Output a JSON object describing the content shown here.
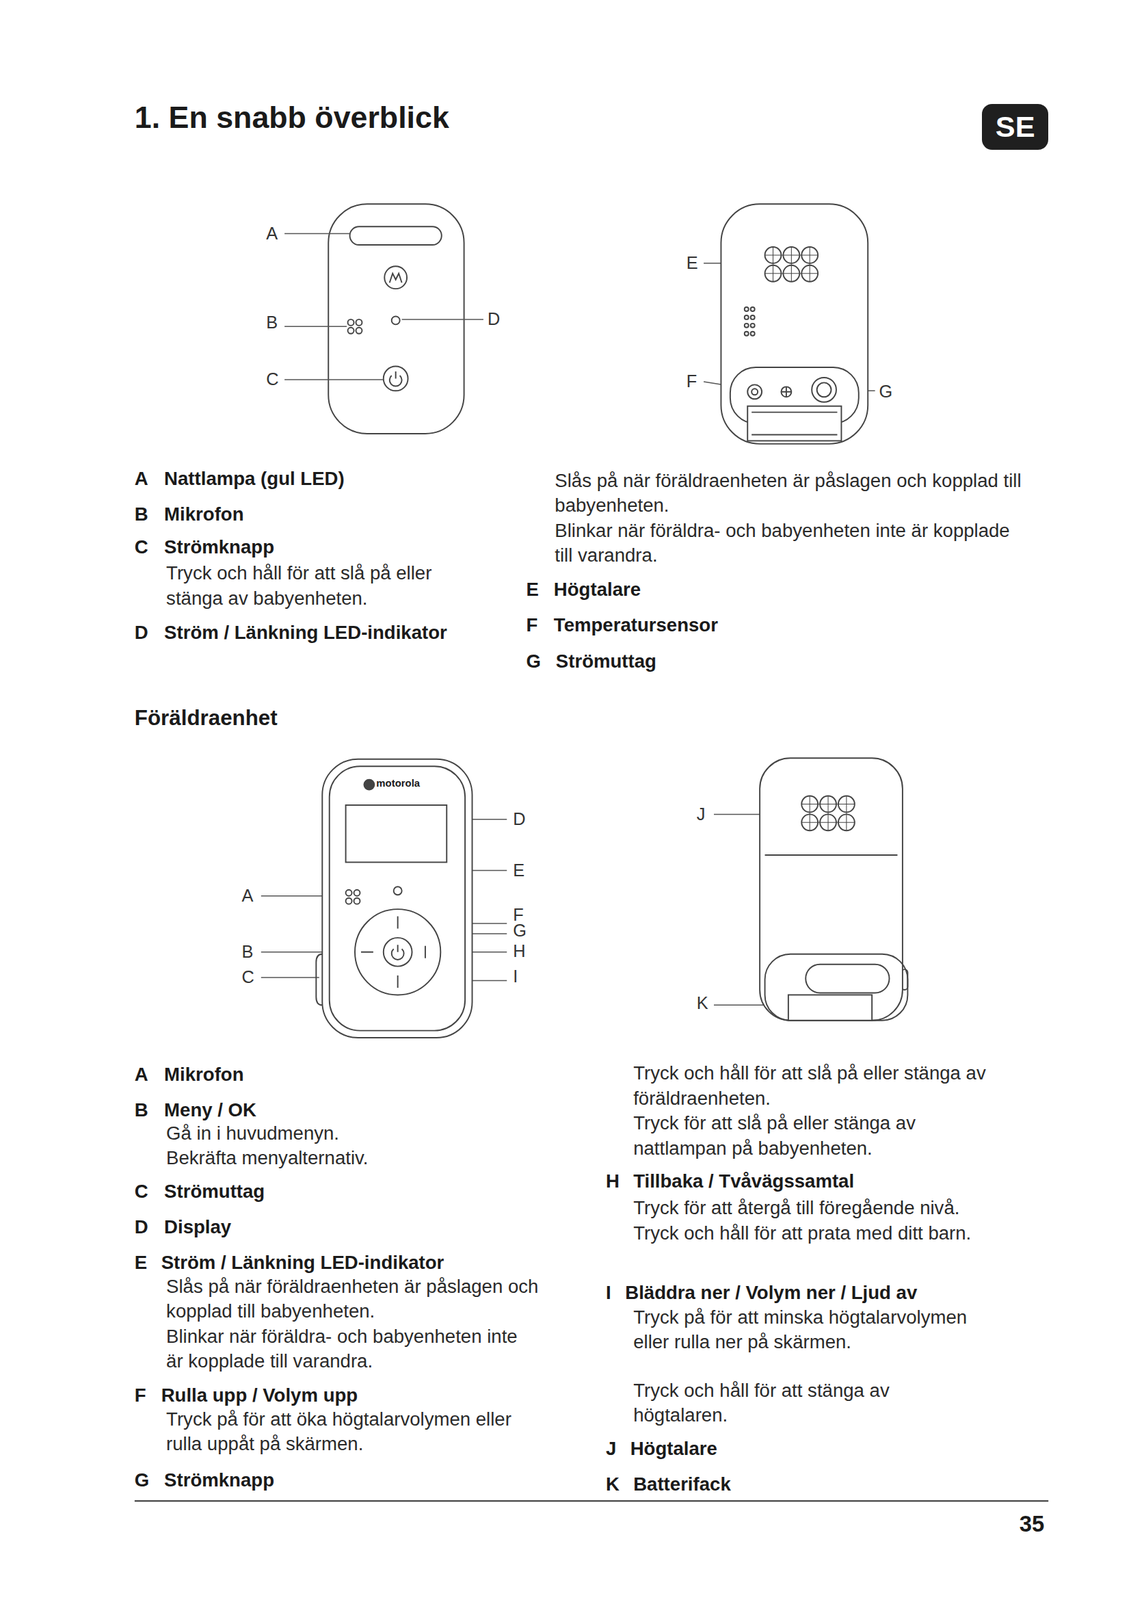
{
  "diagram": {
    "title": "1. En snabb överblick",
    "nodes": [
      {
        "text": [
          "SE"
        ]
      }
    ],
    "labels": [
      "A",
      "B",
      "C",
      "D",
      "E",
      "F",
      "G",
      "A",
      "Nattlampa (gul LED)",
      "B",
      "Mikrofon",
      "C",
      "Strömknapp",
      "Tryck och håll för att slå på eller stänga av babyenheten.",
      "D",
      "Ström / Länkning LED-indikator",
      "Slås på när föräldraenheten är påslagen och kopplad till babyenheten.",
      "Blinkar när föräldra- och babyenheten inte är kopplade till varandra.",
      "E",
      "Högtalare",
      "F",
      "Temperatursensor",
      "G",
      "Strömuttag",
      "Föräldraenhet",
      "motorola",
      "D",
      "E",
      "A",
      "F",
      "G",
      "H",
      "I",
      "B",
      "C",
      "J",
      "K",
      "A",
      "Mikrofon",
      "B",
      "Meny / OK",
      "Gå in i huvudmenyn.",
      "Bekräfta menyalternativ.",
      "C",
      "Strömuttag",
      "D",
      "Display",
      "E",
      "Ström / Länkning LED-indikator",
      "Slås på när föräldraenheten är påslagen och kopplad till babyenheten.",
      "Blinkar när föräldra- och babyenheten inte är kopplade till varandra.",
      "F",
      "Rulla upp / Volym upp",
      "Tryck på för att öka högtalarvolymen eller rulla uppåt på skärmen.",
      "G",
      "Strömknapp",
      "Tryck och håll för att slå på eller stänga av föräldraenheten.",
      "Tryck för att slå på eller stänga av nattlampan på babyenheten.",
      "H",
      "Tillbaka / Tvåvägssamtal",
      "Tryck för att återgå till föregående nivå.",
      "Tryck och håll för att prata med ditt barn.",
      "I",
      "Bläddra ner / Volym ner / Ljud av",
      "Tryck på för att minska högtalarvolymen eller rulla ner på skärmen.",
      "Tryck och håll för att stänga av högtalaren.",
      "J",
      "Högtalare",
      "K",
      "Batterifack",
      "35"
    ]
  }
}
